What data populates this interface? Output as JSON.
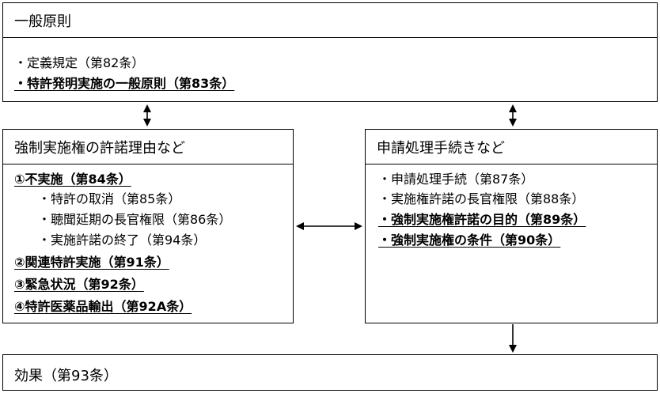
{
  "general": {
    "title": "一般原則",
    "items": [
      "・定義規定（第82条）",
      "・特許発明実施の一般原則（第83条）"
    ]
  },
  "compulsory": {
    "title": "強制実施権の許諾理由など",
    "items": [
      "①不実施（第84条）",
      "・特許の取消（第85条）",
      "・聴聞延期の長官権限（第86条）",
      "・実施許諾の終了（第94条）",
      "②関連特許実施（第91条）",
      "③緊急状況（第92条）",
      "④特許医薬品輸出（第92A条）"
    ]
  },
  "procedure": {
    "title": "申請処理手続きなど",
    "items": [
      "・申請処理手続（第87条）",
      "・実施権許諾の長官権限（第88条）",
      "・強制実施権許諾の目的（第89条）",
      "・強制実施権の条件（第90条）"
    ]
  },
  "effect": {
    "title": "効果（第93条）"
  }
}
